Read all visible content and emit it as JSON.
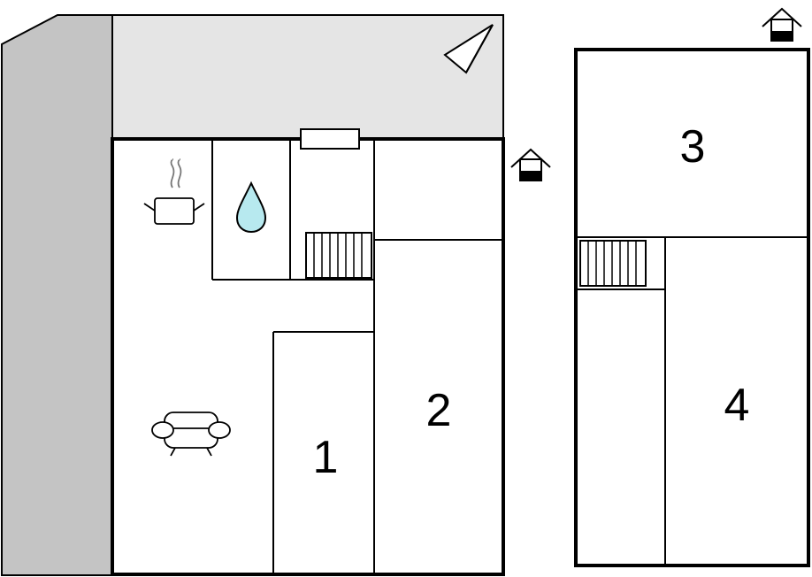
{
  "floorplan": {
    "ground_floor": {
      "rooms": [
        {
          "id": "room-1",
          "label": "1"
        },
        {
          "id": "room-2",
          "label": "2"
        }
      ],
      "icons": [
        "cooking-pot-icon",
        "water-drop-icon",
        "sofa-icon",
        "stairs-icon",
        "compass-icon",
        "house-entrance-icon"
      ]
    },
    "upper_floor": {
      "rooms": [
        {
          "id": "room-3",
          "label": "3"
        },
        {
          "id": "room-4",
          "label": "4"
        }
      ],
      "icons": [
        "stairs-icon",
        "house-entrance-icon"
      ]
    },
    "colors": {
      "walkway": "#c4c4c4",
      "terrace": "#e5e5e5",
      "water": "#b7e9ef",
      "walls": "#000000"
    }
  }
}
